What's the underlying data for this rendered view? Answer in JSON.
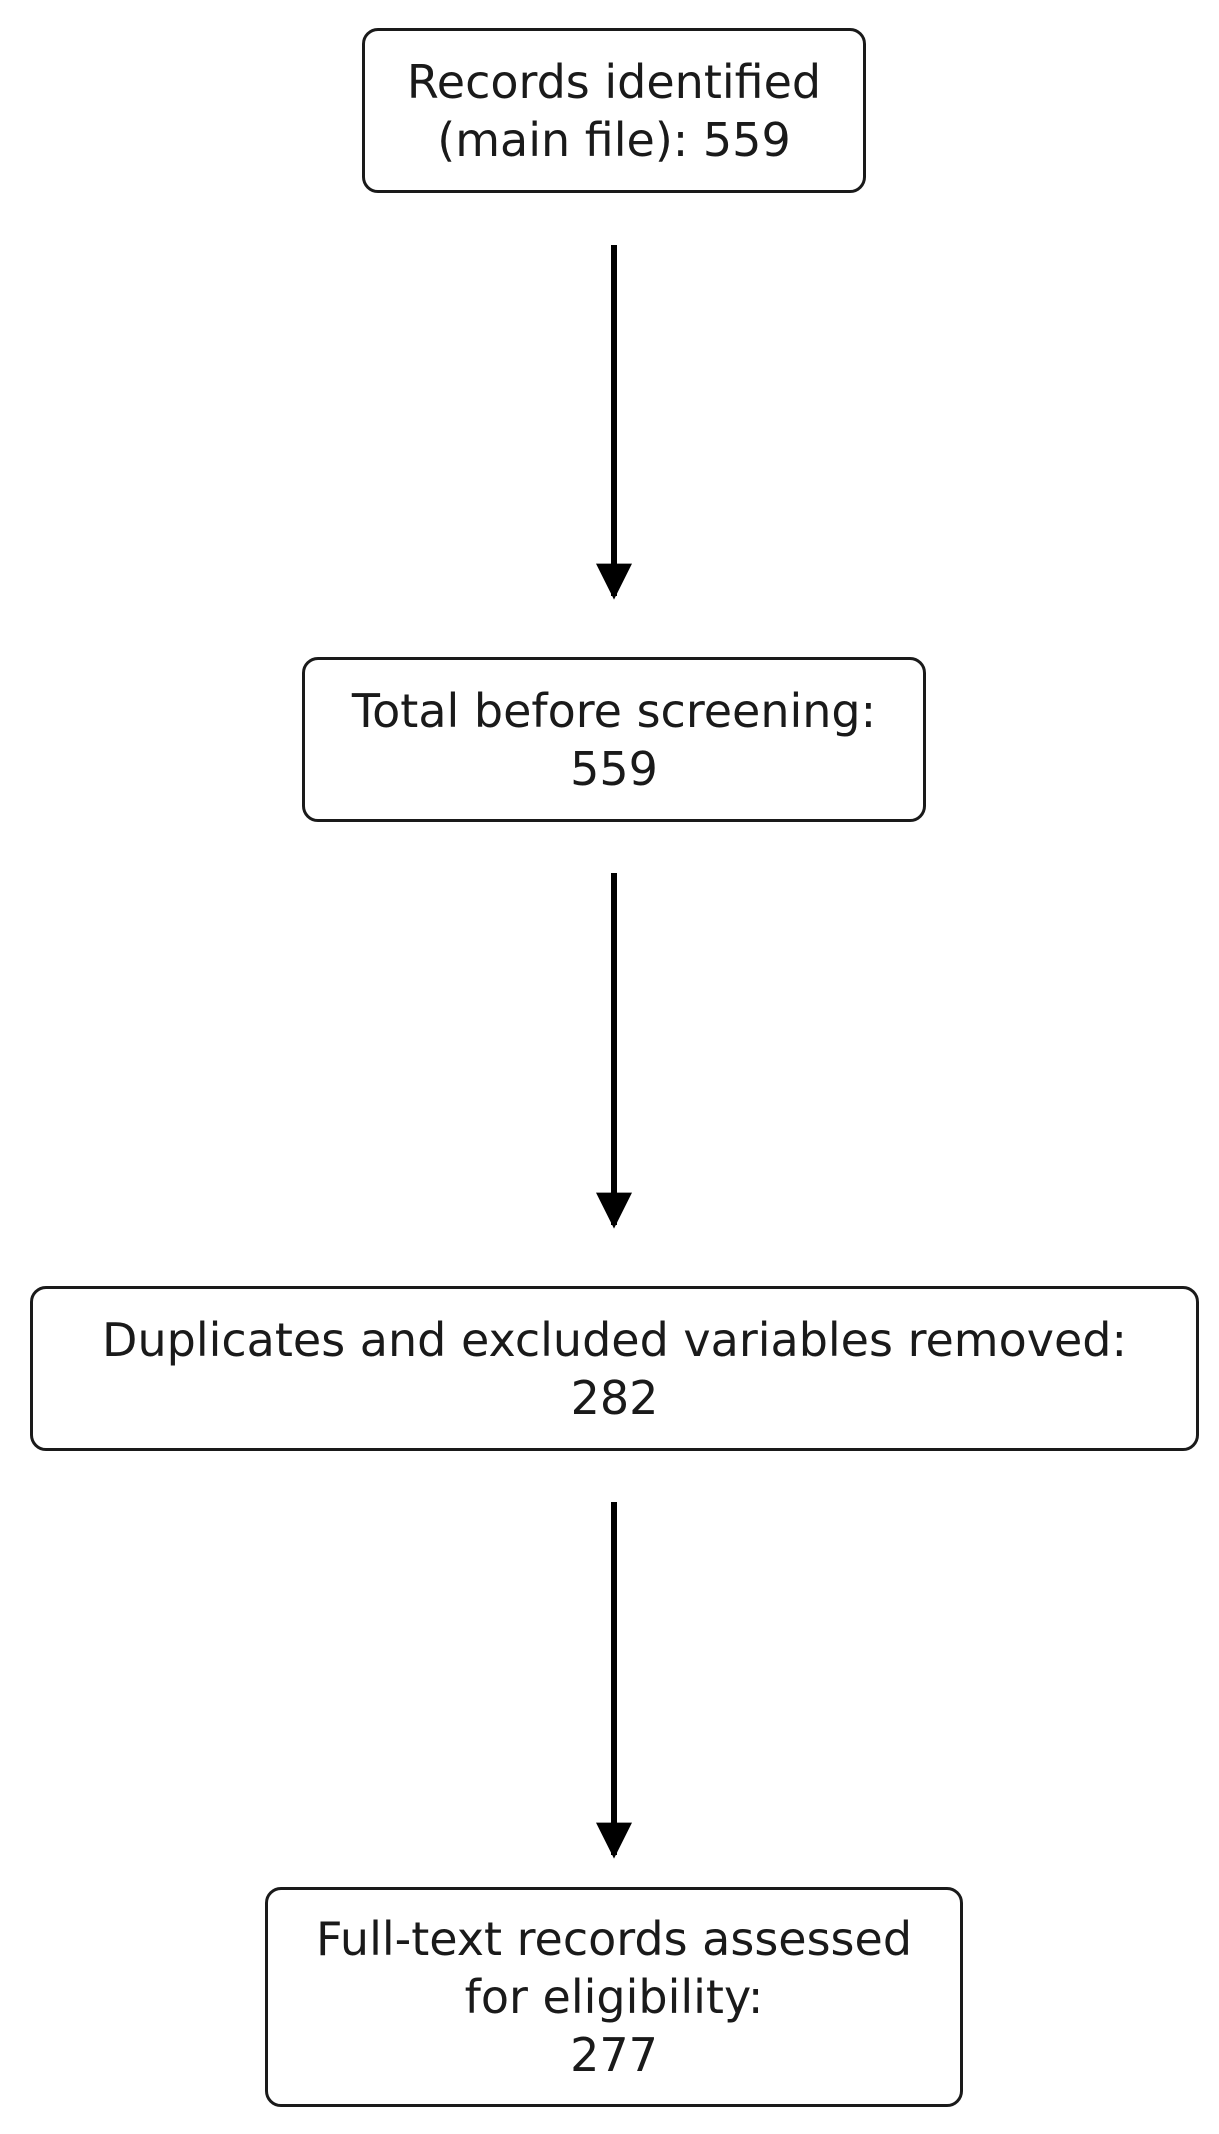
{
  "flowchart": {
    "steps": [
      {
        "lines": [
          "Records identified",
          "(main file): 559"
        ]
      },
      {
        "lines": [
          "Total before screening:",
          "559"
        ]
      },
      {
        "lines": [
          "Duplicates and excluded variables removed:",
          "282"
        ]
      },
      {
        "lines": [
          "Full-text records assessed",
          "for eligibility:",
          "277"
        ]
      }
    ]
  }
}
